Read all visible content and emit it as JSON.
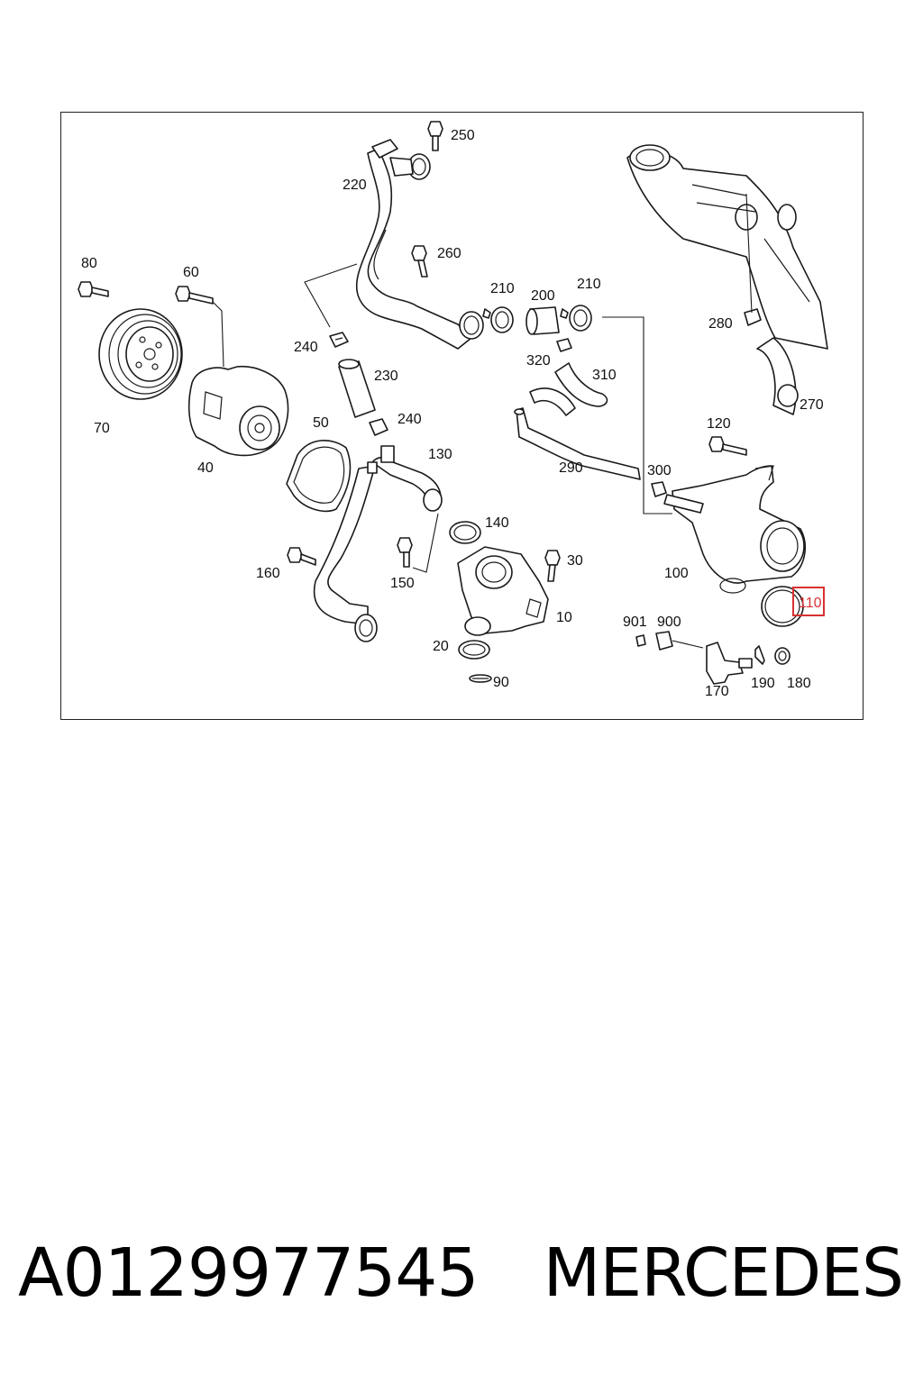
{
  "diagram": {
    "highlight_color": "#d93030",
    "callouts": {
      "c250": "250",
      "c220": "220",
      "c260": "260",
      "c80": "80",
      "c60": "60",
      "c210a": "210",
      "c200": "200",
      "c210b": "210",
      "c280": "280",
      "c240a": "240",
      "c230": "230",
      "c320": "320",
      "c310": "310",
      "c70": "70",
      "c40": "40",
      "c50": "50",
      "c240b": "240",
      "c130": "130",
      "c290": "290",
      "c120": "120",
      "c270": "270",
      "c300": "300",
      "c140": "140",
      "c160": "160",
      "c30": "30",
      "c150": "150",
      "c100": "100",
      "c110": "110",
      "c10": "10",
      "c901": "901",
      "c900": "900",
      "c20": "20",
      "c90": "90",
      "c170": "170",
      "c190": "190",
      "c180": "180"
    },
    "highlighted_part": "110"
  },
  "footer": {
    "part_number": "A0129977545",
    "brand": "MERCEDES"
  }
}
